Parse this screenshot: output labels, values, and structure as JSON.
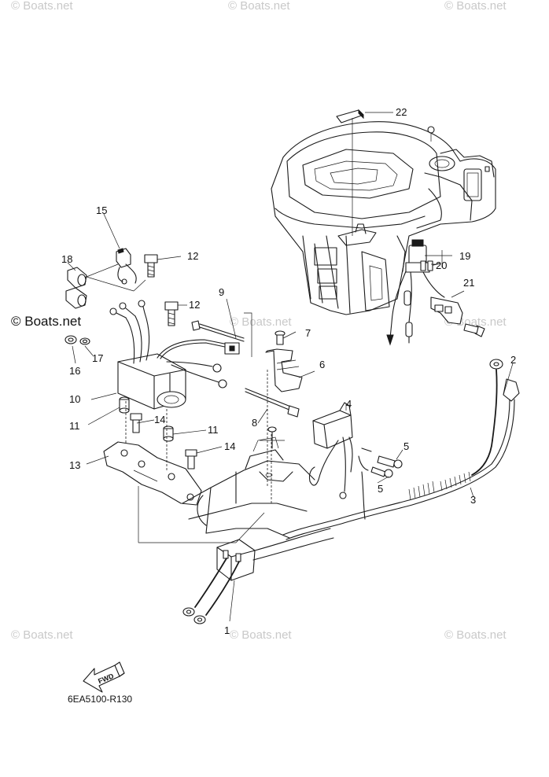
{
  "watermark": "© Boats.net",
  "drawing_code": "6EA5100-R130",
  "direction_label": "FWD",
  "callouts": [
    "1",
    "2",
    "3",
    "4",
    "5",
    "5",
    "6",
    "7",
    "8",
    "9",
    "10",
    "11",
    "11",
    "12",
    "12",
    "13",
    "14",
    "14",
    "15",
    "16",
    "17",
    "18",
    "19",
    "20",
    "21",
    "22"
  ]
}
